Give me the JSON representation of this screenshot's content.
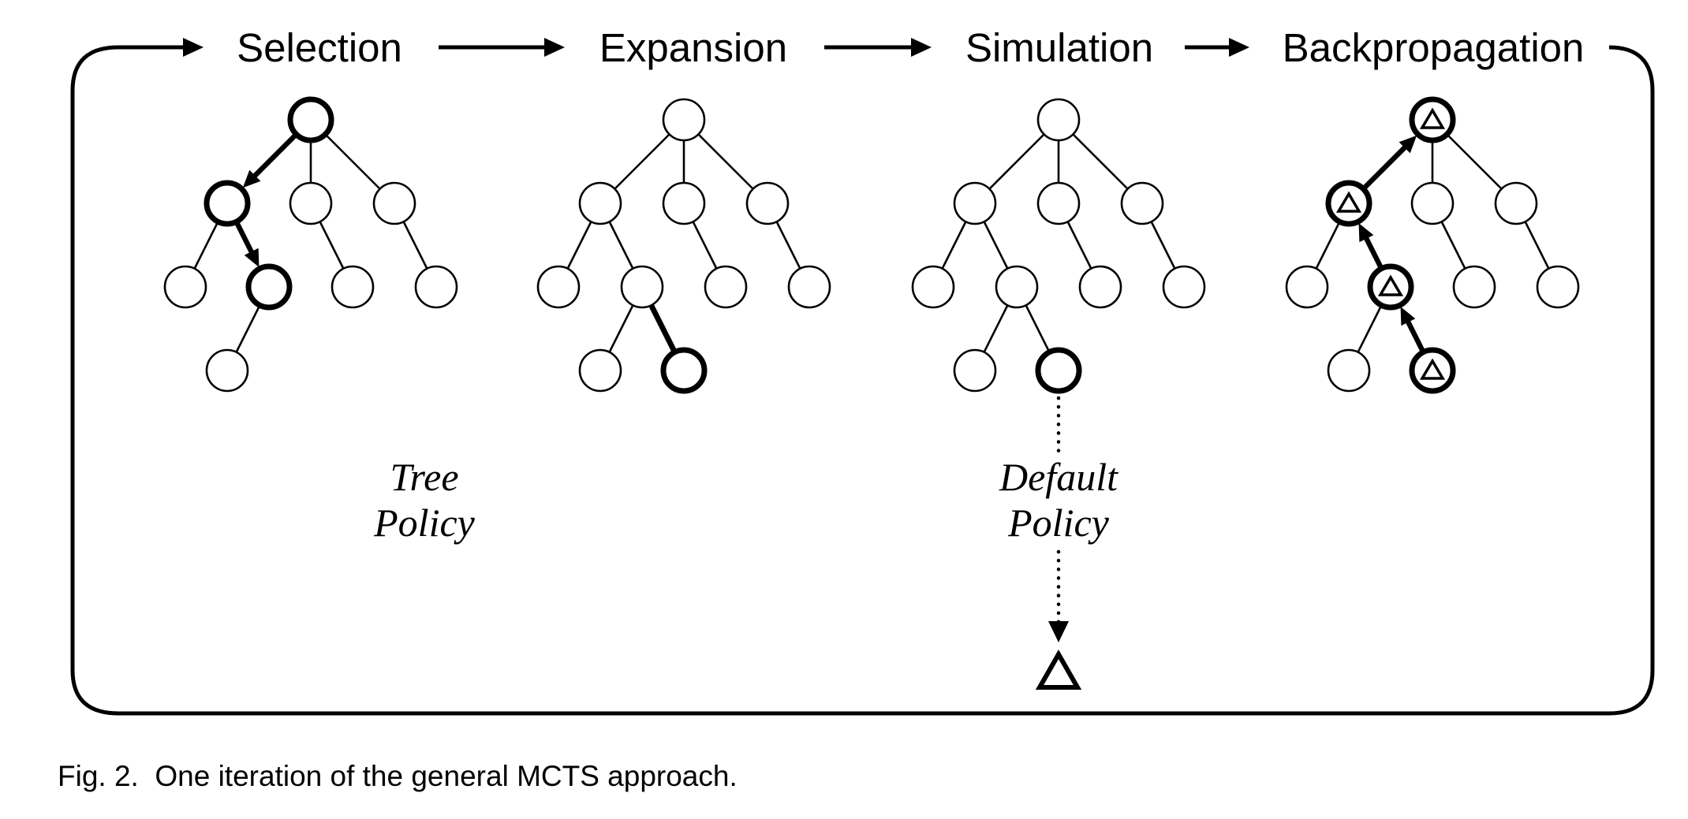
{
  "stages": {
    "selection": "Selection",
    "expansion": "Expansion",
    "simulation": "Simulation",
    "backpropagation": "Backpropagation"
  },
  "policies": {
    "tree_line1": "Tree",
    "tree_line2": "Policy",
    "default_line1": "Default",
    "default_line2": "Policy"
  },
  "caption": "Fig. 2.  One iteration of the general MCTS approach."
}
